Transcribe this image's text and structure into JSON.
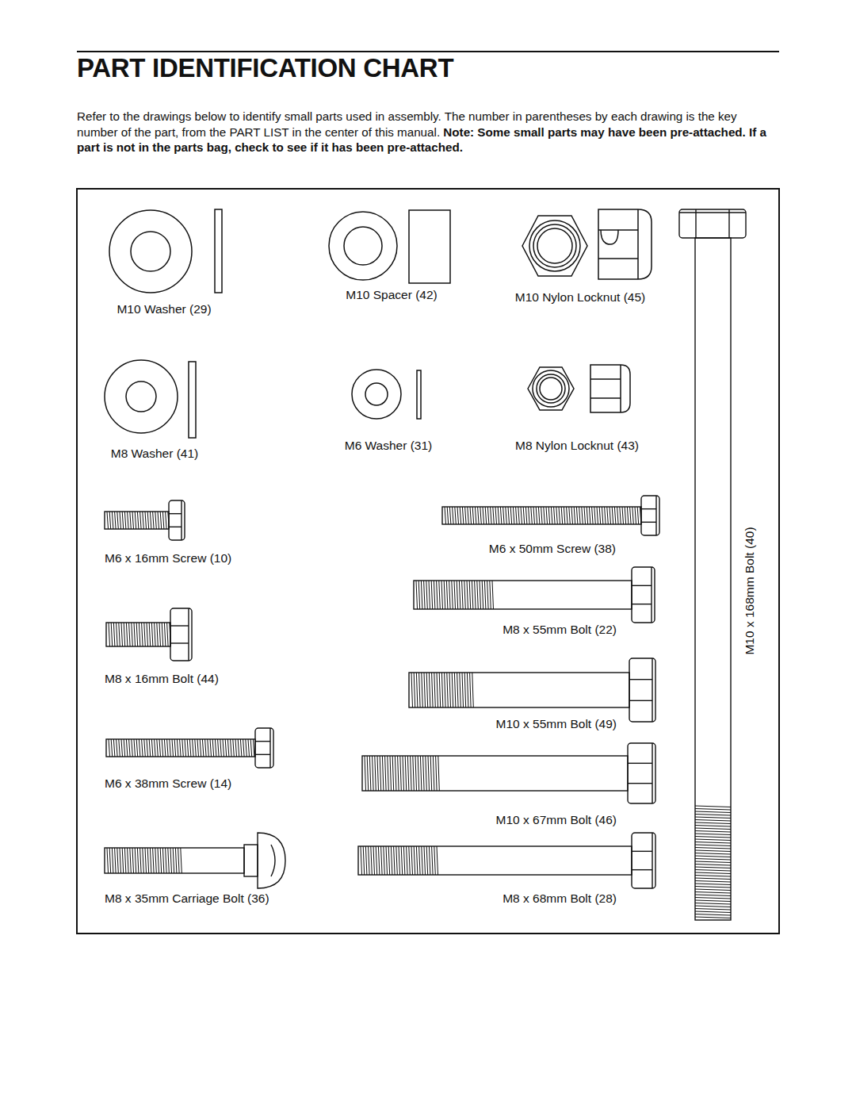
{
  "diagram": {
    "title": "PART IDENTIFICATION CHART",
    "labels": [
      "Refer to the drawings below to identify small parts used in assembly. The number in parentheses by each drawing is the key number of the part, from the PART LIST in the center of this manual.",
      "Note: Some small parts may have been pre-attached. If a part is not in the parts bag, check to see if it has been pre-attached.",
      "M10 Washer (29)",
      "M10 Spacer (42)",
      "M10 Nylon Locknut (45)",
      "M10 x 168mm Bolt (40)",
      "M8 Washer (41)",
      "M6 Washer (31)",
      "M8 Nylon Locknut (43)",
      "M6 x 16mm Screw (10)",
      "M6 x 50mm Screw (38)",
      "M8 x 55mm Bolt (22)",
      "M8 x 16mm Bolt (44)",
      "M10 x 55mm Bolt (49)",
      "M6 x 38mm Screw (14)",
      "M10 x 67mm Bolt (46)",
      "M8 x 35mm Carriage Bolt (36)",
      "M8 x 68mm Bolt (28)"
    ]
  }
}
